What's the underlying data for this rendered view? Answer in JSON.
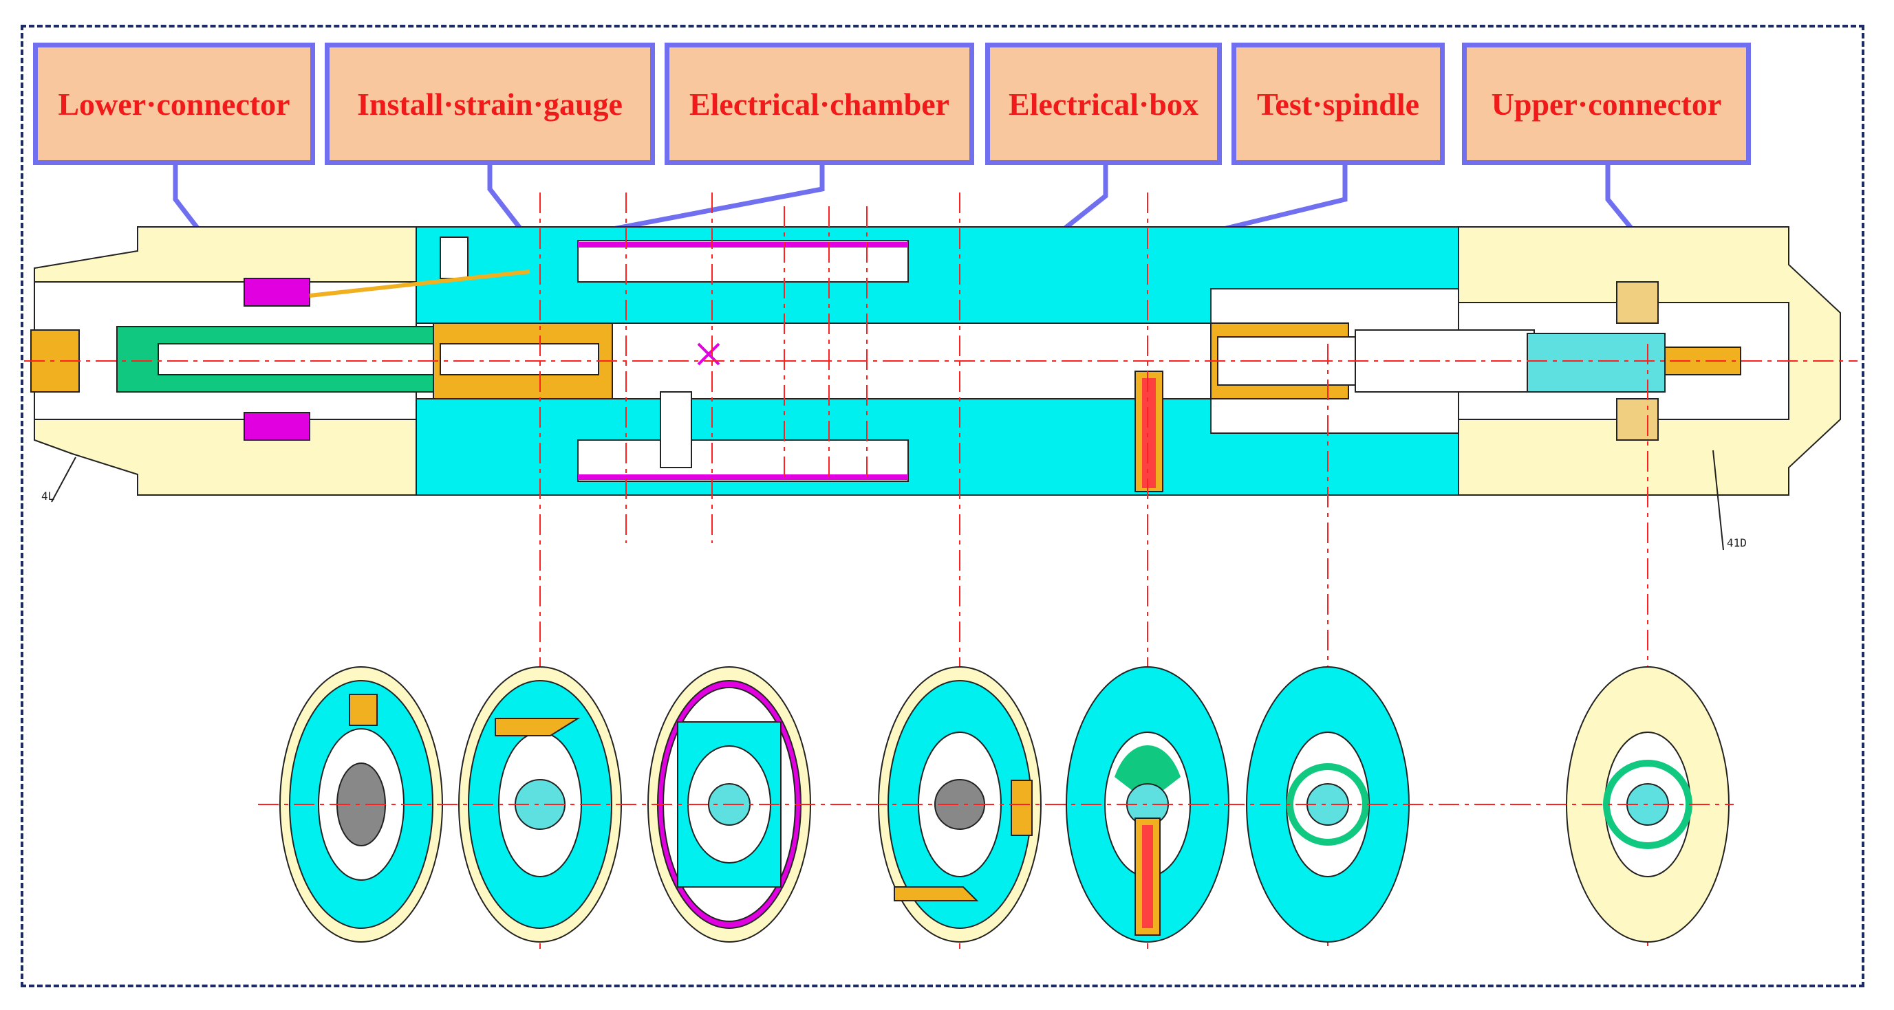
{
  "callouts": [
    {
      "label": "Lower·connector"
    },
    {
      "label": "Install·strain·gauge"
    },
    {
      "label": "Electrical·chamber"
    },
    {
      "label": "Electrical·box"
    },
    {
      "label": "Test·spindle"
    },
    {
      "label": "Upper·connector"
    }
  ],
  "leader_labels": {
    "left": "4L",
    "right": "41D"
  },
  "colors": {
    "frame_border": "#1c2a66",
    "callout_fill": "#f9c79d",
    "callout_border": "#6f6ff0",
    "callout_text": "#f01a1a",
    "cyan": "#00f0f0",
    "cream": "#fdf8c4",
    "magenta": "#e000e0",
    "orange": "#f0b020",
    "green": "#10c880",
    "centerline": "#ff2020"
  },
  "cross_sections_count": 7
}
